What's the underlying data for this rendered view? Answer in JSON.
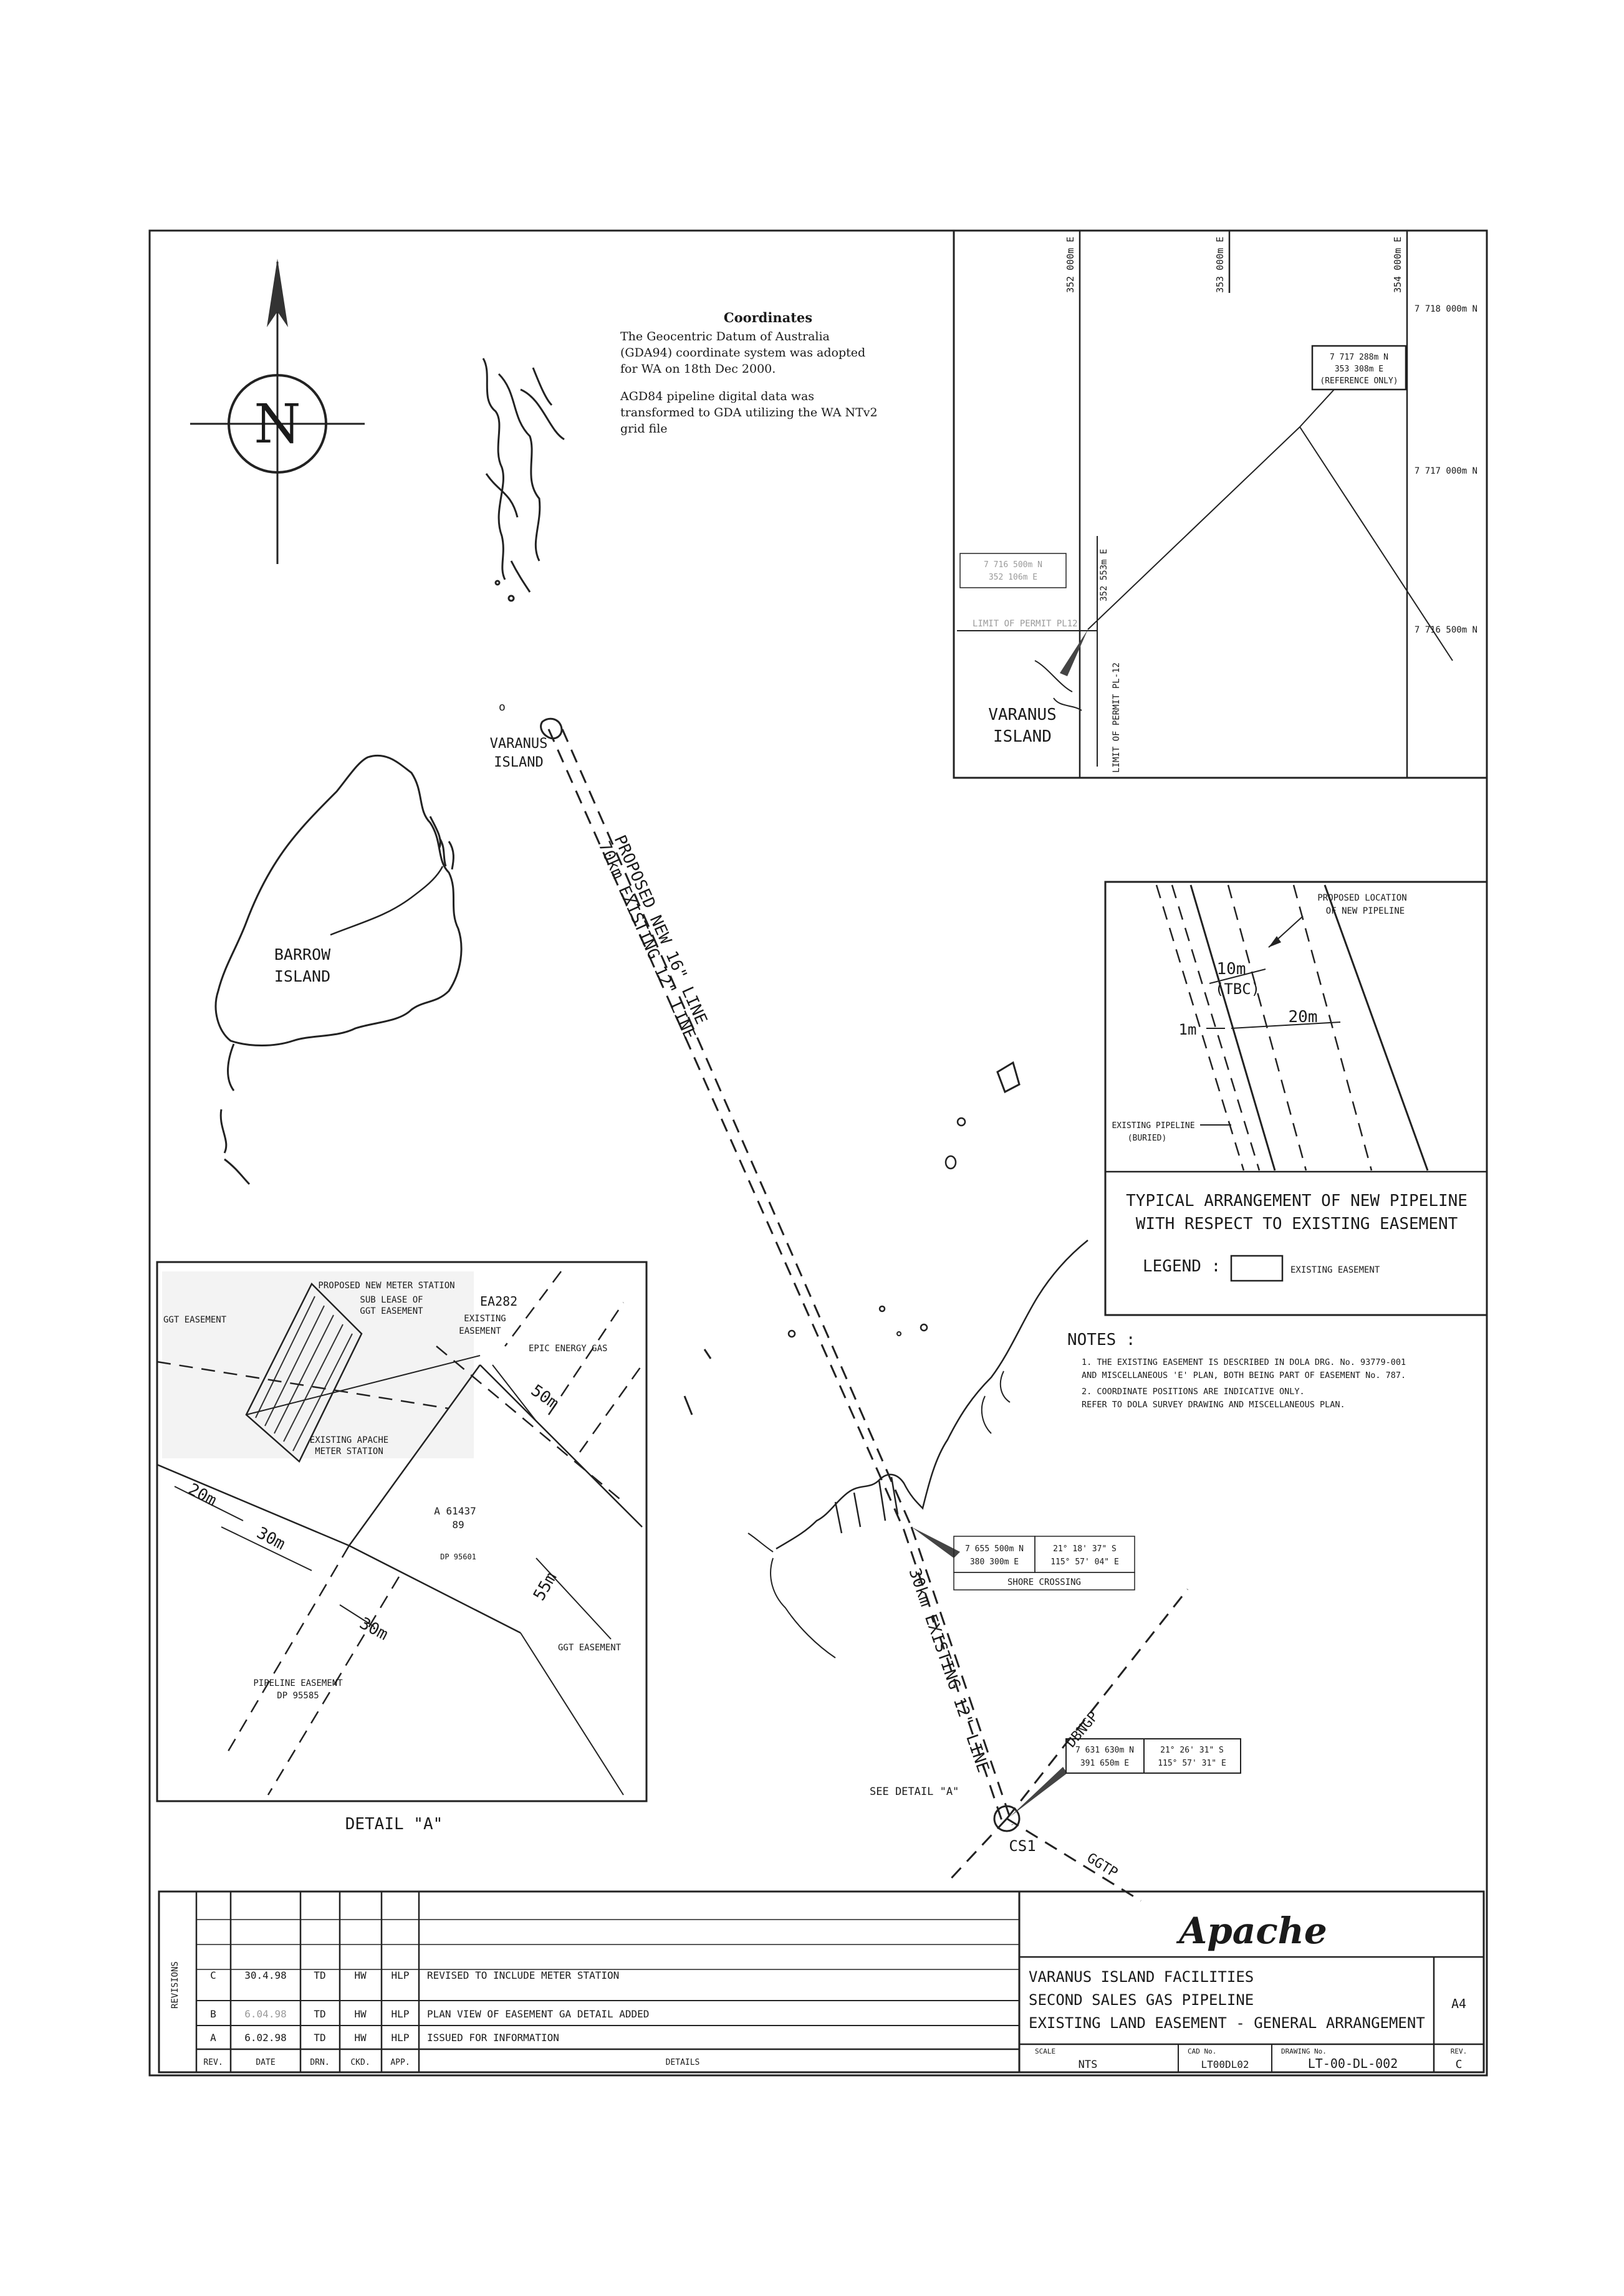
{
  "coordinates_note": {
    "title": "Coordinates",
    "lines": [
      "The Geocentric Datum of Australia",
      "(GDA94) coordinate system was adopted",
      "for WA on 18th Dec 2000.",
      "AGD84 pipeline digital data was",
      "transformed to GDA utilizing the WA NTv2",
      "grid file"
    ]
  },
  "north_arrow": {
    "letter": "N"
  },
  "main_map": {
    "varanus_island": [
      "VARANUS",
      "ISLAND"
    ],
    "barrow_island": [
      "BARROW",
      "ISLAND"
    ],
    "line_label_1": "PROPOSED NEW 16\" LINE",
    "line_label_2": "70km EXISTING 12\" LINE",
    "line_label_3": "30km EXISTING 12\" LINE",
    "shore_coord_left": [
      "7 655 500m N",
      "380 300m E"
    ],
    "shore_coord_right": [
      "21° 18' 37\" S",
      "115° 57' 04\" E"
    ],
    "shore_crossing": "SHORE CROSSING",
    "cs1_coord_left": [
      "7 631 630m N",
      "391 650m E"
    ],
    "cs1_coord_right": [
      "21° 26' 31\" S",
      "115° 57' 31\" E"
    ],
    "see_detail": "SEE DETAIL \"A\"",
    "cs1": "CS1",
    "dbngp": "DBNGP",
    "ggtp": "GGTP"
  },
  "inset_top": {
    "easting_1": "352 000m E",
    "easting_2": "353 000m E",
    "easting_3": "354 000m E",
    "northing_1": "7 718 000m N",
    "northing_2": "7 717 000m N",
    "northing_3": "7 716 500m N",
    "ref_coord": [
      "7 717 288m N",
      "353 308m E",
      "(REFERENCE ONLY)"
    ],
    "left_coord": [
      "7 716 500m N",
      "352 106m E"
    ],
    "permit_line_h": "LIMIT OF PERMIT PL12",
    "permit_line_v": "LIMIT OF PERMIT PL-12",
    "vert_coord": "352 553m E",
    "island": [
      "VARANUS",
      "ISLAND"
    ]
  },
  "typical_arrangement": {
    "proposed_location": [
      "PROPOSED LOCATION",
      "OF NEW PIPELINE"
    ],
    "dim_10m": "10m",
    "tbc": "(TBC)",
    "dim_1m": "1m",
    "dim_20m": "20m",
    "existing_pipeline": [
      "EXISTING PIPELINE",
      "(BURIED)"
    ],
    "caption": [
      "TYPICAL ARRANGEMENT OF NEW PIPELINE",
      "WITH RESPECT TO EXISTING EASEMENT"
    ],
    "legend_label": "LEGEND :",
    "legend_item": "EXISTING EASEMENT"
  },
  "notes": {
    "heading": "NOTES :",
    "items": [
      "1.  THE EXISTING EASEMENT IS DESCRIBED IN DOLA DRG. No. 93779-001",
      "     AND MISCELLANEOUS 'E' PLAN, BOTH BEING PART OF EASEMENT No. 787.",
      "2.  COORDINATE POSITIONS ARE INDICATIVE ONLY.",
      "     REFER TO DOLA SURVEY DRAWING AND MISCELLANEOUS PLAN."
    ]
  },
  "detail_a": {
    "proposed_meter": "PROPOSED NEW METER STATION",
    "sub_lease": [
      "SUB LEASE OF",
      "GGT EASEMENT"
    ],
    "ea282": "EA282",
    "existing_easement": [
      "EXISTING",
      "EASEMENT"
    ],
    "ggt_easement_left": "GGT EASEMENT",
    "epic_energy": "EPIC ENERGY GAS",
    "existing_apache": [
      "EXISTING APACHE",
      "METER STATION"
    ],
    "dim_50m": "50m",
    "dim_20m": "20m",
    "dim_30m_a": "30m",
    "lot": [
      "A 61437",
      "89"
    ],
    "dp": "DP 95601",
    "dim_55m": "55m",
    "dim_30m_b": "30m",
    "ggt_easement_right": "GGT EASEMENT",
    "pipeline_easement": [
      "PIPELINE EASEMENT",
      "DP 95585"
    ],
    "caption": "DETAIL \"A\""
  },
  "title_block": {
    "revisions_label": "REVISIONS",
    "col_headers": [
      "REV.",
      "DATE",
      "DRN.",
      "CKD.",
      "APP.",
      "DETAILS"
    ],
    "revisions": [
      {
        "rev": "C",
        "date": "30.4.98",
        "drn": "TD",
        "ckd": "HW",
        "app": "HLP",
        "details": "REVISED TO INCLUDE METER STATION"
      },
      {
        "rev": "B",
        "date": "6.04.98",
        "drn": "TD",
        "ckd": "HW",
        "app": "HLP",
        "details": "PLAN VIEW OF EASEMENT GA DETAIL ADDED"
      },
      {
        "rev": "A",
        "date": "6.02.98",
        "drn": "TD",
        "ckd": "HW",
        "app": "HLP",
        "details": "ISSUED FOR INFORMATION"
      }
    ],
    "logo": "Apache",
    "title_lines": [
      "VARANUS ISLAND FACILITIES",
      "SECOND SALES GAS PIPELINE",
      "EXISTING LAND EASEMENT - GENERAL ARRANGEMENT"
    ],
    "size": "A4",
    "scale_label": "SCALE",
    "scale_value": "NTS",
    "cad_label": "CAD No.",
    "cad_value": "LT00DL02",
    "drawing_label": "DRAWING No.",
    "drawing_value": "LT-00-DL-002",
    "rev_label": "REV.",
    "rev_value": "C"
  }
}
